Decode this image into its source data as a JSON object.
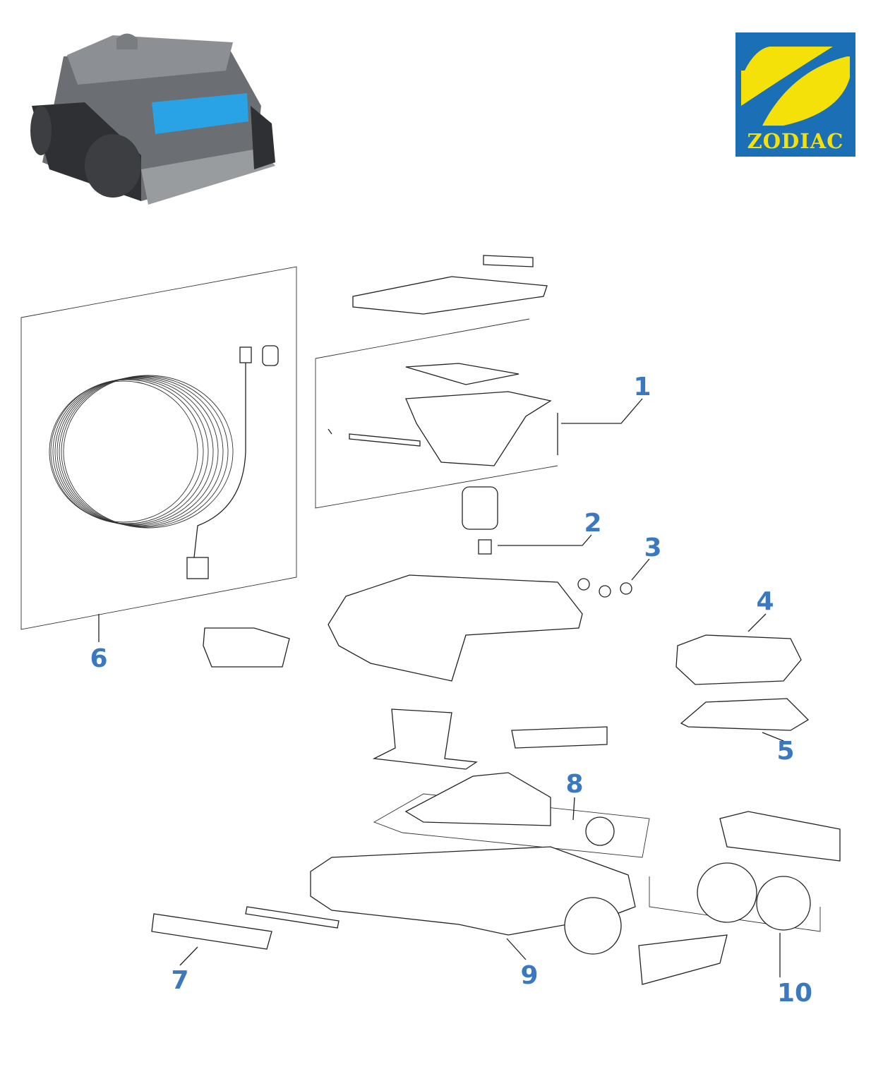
{
  "title": "Zodiac robotic pool cleaner exploded parts diagram",
  "logo": {
    "text": "ZODIAC",
    "blue": "#1a6fb5",
    "yellow": "#f5e10a"
  },
  "colors": {
    "callout": "#3a78bf",
    "robot_accent": "#2aa3e6"
  },
  "callouts": [
    {
      "number": "1"
    },
    {
      "number": "2"
    },
    {
      "number": "3"
    },
    {
      "number": "4"
    },
    {
      "number": "5"
    },
    {
      "number": "6"
    },
    {
      "number": "7"
    },
    {
      "number": "8"
    },
    {
      "number": "9"
    },
    {
      "number": "10"
    }
  ]
}
